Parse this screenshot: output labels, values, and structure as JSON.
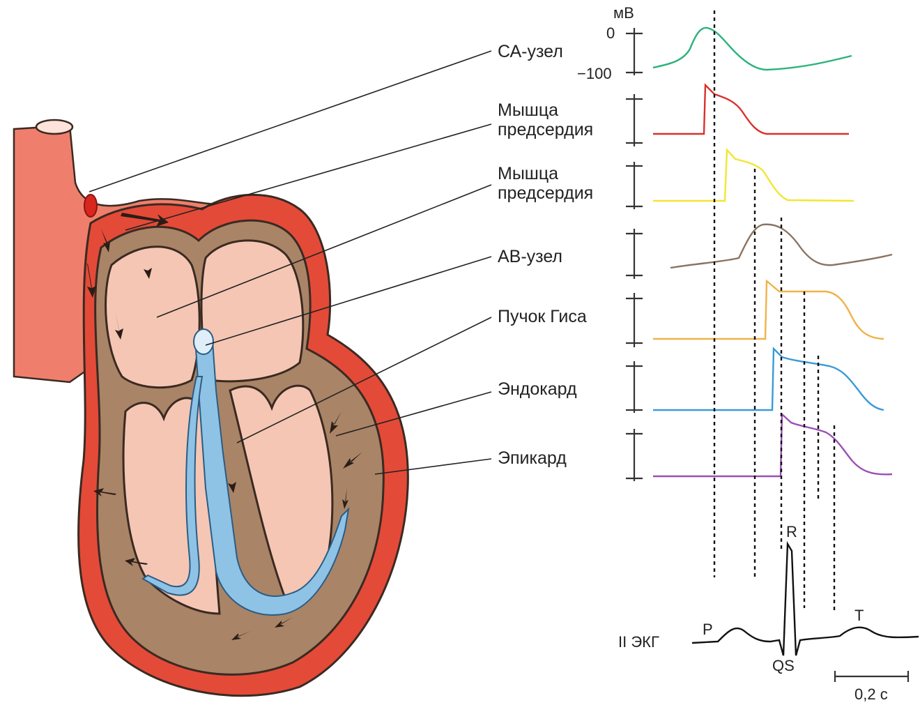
{
  "labels": {
    "sa_node": "СА-узел",
    "atrial_muscle_1_line1": "Мышца",
    "atrial_muscle_1_line2": "предсердия",
    "atrial_muscle_2_line1": "Мышца",
    "atrial_muscle_2_line2": "предсердия",
    "av_node": "АВ-узел",
    "his_bundle": "Пучок Гиса",
    "endocardium": "Эндокард",
    "epicardium": "Эпикард"
  },
  "axis": {
    "unit": "мВ",
    "tick_zero": "0",
    "tick_minus100": "−100"
  },
  "ecg": {
    "lead_label": "II ЭКГ",
    "p": "P",
    "r": "R",
    "qs": "QS",
    "t": "T",
    "scale": "0,2 с"
  },
  "trace_colors": {
    "sa_node": "#2bb27a",
    "atrial_muscle_1": "#d9302c",
    "atrial_muscle_2": "#f2e632",
    "av_node": "#8a7360",
    "his_bundle": "#f0b24a",
    "endocardium": "#3a9ad8",
    "epicardium": "#9b4fb5",
    "ecg": "#111111"
  },
  "heart_colors": {
    "outer": "#e44a38",
    "muscle": "#a98467",
    "chamber": "#f5c6b4",
    "conduction": "#8ec3e6"
  }
}
